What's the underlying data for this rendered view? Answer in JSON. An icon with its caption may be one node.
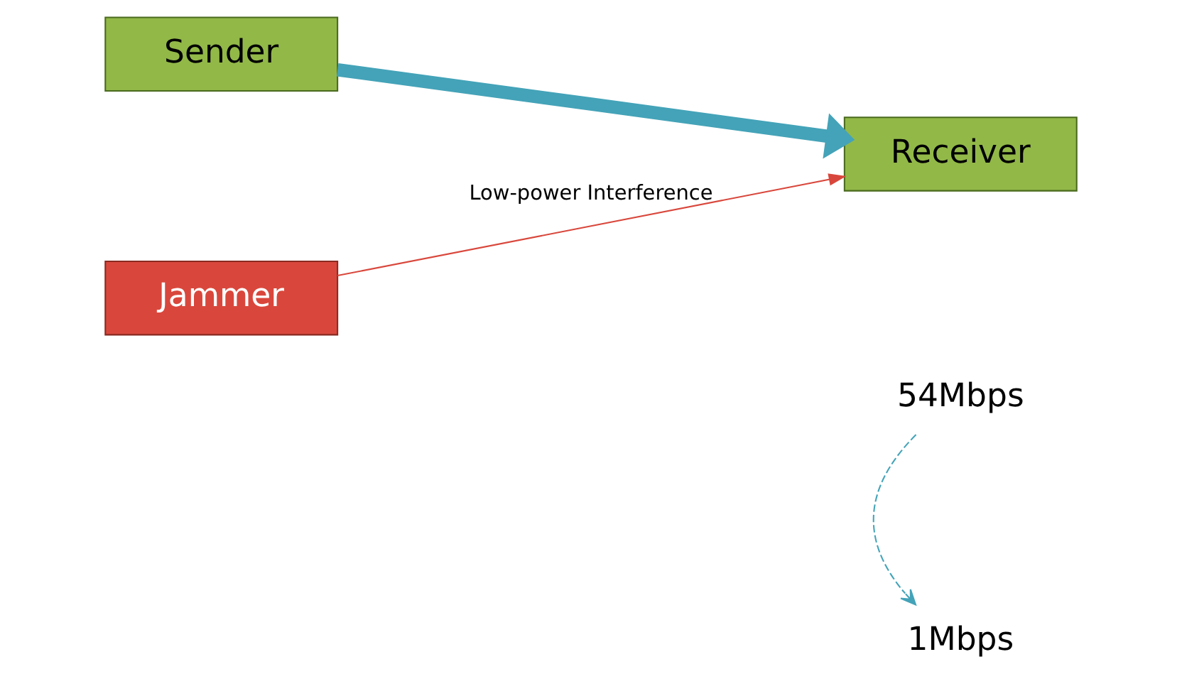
{
  "diagram": {
    "nodes": [
      {
        "text": [
          "Sender"
        ]
      },
      {
        "text": [
          "Receiver"
        ]
      },
      {
        "text": [
          "54Mbps"
        ]
      },
      {
        "text": [
          "1Mbps"
        ]
      },
      {
        "text": [
          "Jammer"
        ]
      }
    ],
    "edges": [
      {
        "from": 0,
        "to": 1,
        "arrow": "to",
        "style": "thick"
      },
      {
        "from": 4,
        "to": 1,
        "arrow": "to",
        "label": "Low-power Interference",
        "color": "#d9473c"
      },
      {
        "from": 2,
        "to": 3,
        "arrow": "to",
        "style": "dashed"
      }
    ]
  }
}
